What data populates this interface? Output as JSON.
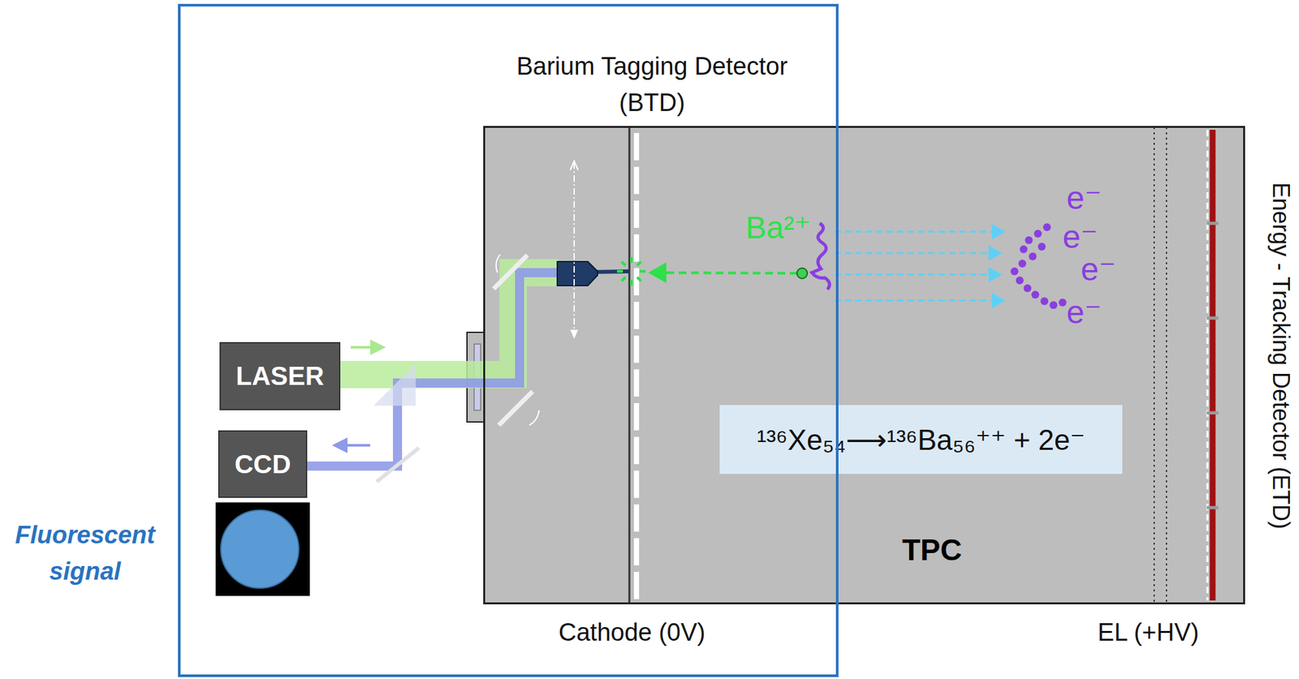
{
  "diagram": {
    "nodes": [
      {
        "text": [
          "Barium Tagging Detector (BTD)"
        ]
      },
      {
        "text": [
          "LASER"
        ],
        "in": 0
      },
      {
        "text": [
          "CCD"
        ],
        "in": 0
      },
      {
        "text": [
          "TPC"
        ]
      },
      {
        "text": [
          "¹³⁶Xe₅₄⟶¹³⁶Ba₅₆⁺⁺ + 2e⁻"
        ],
        "in": 3
      }
    ],
    "labels": [
      "Fluorescent signal",
      "Cathode (0V)",
      "EL (+HV)",
      "Energy - Tracking Detector (ETD)",
      "Ba²⁺",
      "e⁻",
      "e⁻",
      "e⁻",
      "e⁻"
    ]
  }
}
